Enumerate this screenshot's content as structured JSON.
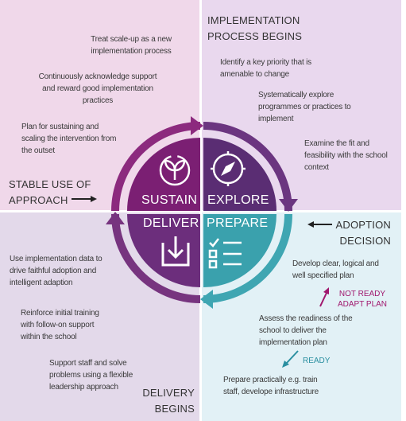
{
  "colors": {
    "sustain": "#7b1f73",
    "explore": "#5a2d73",
    "deliver": "#6c2e7c",
    "prepare": "#3aa1ad",
    "pink_text": "#a0186e",
    "teal_text": "#2a8fa0"
  },
  "quadrants": {
    "top_left": {
      "items": [
        "Treat scale-up as a new implementation process",
        "Continuously acknowledge support and reward good implementation practices",
        "Plan for sustaining and scaling the intervention from the outset"
      ],
      "stage_label": "STABLE USE OF APPROACH"
    },
    "top_right": {
      "stage_label": "IMPLEMENTATION PROCESS BEGINS",
      "items": [
        "Identify a key priority that is amenable to change",
        "Systematically explore programmes or practices to implement",
        "Examine the fit and feasibility with the school context"
      ]
    },
    "bottom_left": {
      "items": [
        "Use implementation data to drive faithful adoption and intelligent adaption",
        "Reinforce initial training with follow-on support within the school",
        "Support staff and solve problems using a flexible leadership approach"
      ],
      "stage_label": "DELIVERY BEGINS"
    },
    "bottom_right": {
      "stage_label": "ADOPTION DECISION",
      "items": [
        "Develop clear, logical and well specified plan",
        "Assess the readiness of the school to deliver the implementation plan",
        "Prepare practically e.g. train staff, develope infrastructure"
      ],
      "not_ready": "NOT READY ADAPT PLAN",
      "ready": "READY"
    }
  },
  "wheel": {
    "sustain": "SUSTAIN",
    "explore": "EXPLORE",
    "deliver": "DELIVER",
    "prepare": "PREPARE"
  },
  "icons": {
    "sustain": "seedling-icon",
    "explore": "compass-icon",
    "deliver": "download-icon",
    "prepare": "checklist-icon"
  }
}
